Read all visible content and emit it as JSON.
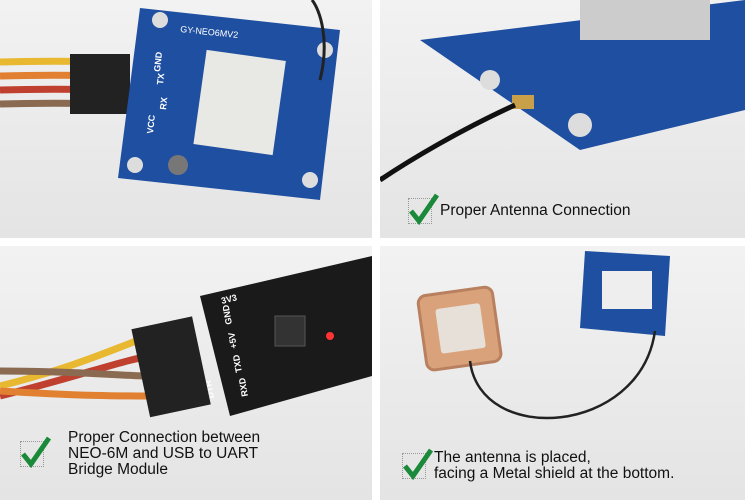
{
  "panels": [
    {
      "caption_lines": [],
      "board_label": "GY-NEO6MV2",
      "pins": [
        "VCC",
        "RX",
        "TX",
        "GND"
      ]
    },
    {
      "caption_lines": [
        "Proper Antenna Connection"
      ]
    },
    {
      "caption_lines": [
        "Proper Connection between",
        "NEO-6M and USB to UART",
        "Bridge Module"
      ],
      "pins": [
        "3V3",
        "GND",
        "+5V",
        "TXD",
        "RXD",
        "DTR"
      ]
    },
    {
      "caption_lines": [
        "The antenna is placed,",
        "facing a Metal shield at the bottom."
      ]
    }
  ],
  "icons": {
    "check": "checkmark-icon"
  },
  "colors": {
    "check": "#1a8a3a",
    "pcb": "#1f4fa0",
    "ceramic": "#d9a27a"
  }
}
